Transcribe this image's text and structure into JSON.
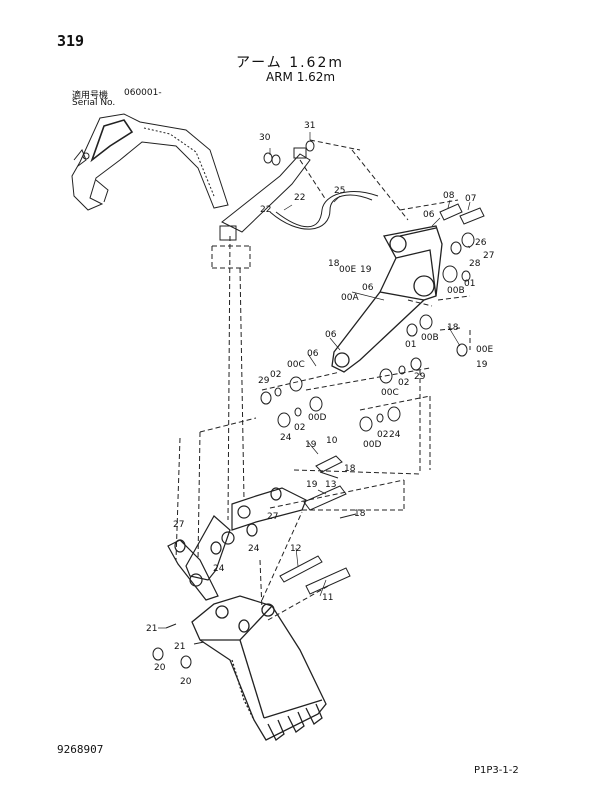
{
  "header": {
    "page_number": "319",
    "title_ja": "アーム 1.62m",
    "title_en": "ARM 1.62m",
    "serial_label_ja": "適用号機",
    "serial_value": "060001-",
    "serial_label_en": "Serial No."
  },
  "footer": {
    "doc_id": "9268907",
    "page_code": "P1P3-1-2"
  },
  "callouts": {
    "c31": "31",
    "c30": "30",
    "c22a": "22",
    "c22b": "22",
    "c25": "25",
    "c08": "08",
    "c07": "07",
    "c06a": "06",
    "c26": "26",
    "c27a": "27",
    "c28": "28",
    "c18a": "18",
    "c00Ea": "00E",
    "c19a": "19",
    "c06b": "06",
    "c00Ba": "00B",
    "c01a": "01",
    "c00A": "00A",
    "c00Bb": "00B",
    "c01b": "01",
    "c18b": "18",
    "c00Eb": "00E",
    "c19b": "19",
    "c06c": "06",
    "c06d": "06",
    "c00Ca": "00C",
    "c02a": "02",
    "c29a": "29",
    "c00Cb": "00C",
    "c02b": "02",
    "c29b": "29",
    "c00Da": "00D",
    "c02c": "02",
    "c24a": "24",
    "c02d": "02",
    "c00Db": "00D",
    "c24b": "24",
    "c19c": "19",
    "c10": "10",
    "c18c": "18",
    "c13": "13",
    "c19d": "19",
    "c18d": "18",
    "c27b": "27",
    "c27c": "27",
    "c24c": "24",
    "c24d": "24",
    "c12": "12",
    "c11": "11",
    "c21a": "21",
    "c21b": "21",
    "c20a": "20",
    "c20b": "20"
  }
}
